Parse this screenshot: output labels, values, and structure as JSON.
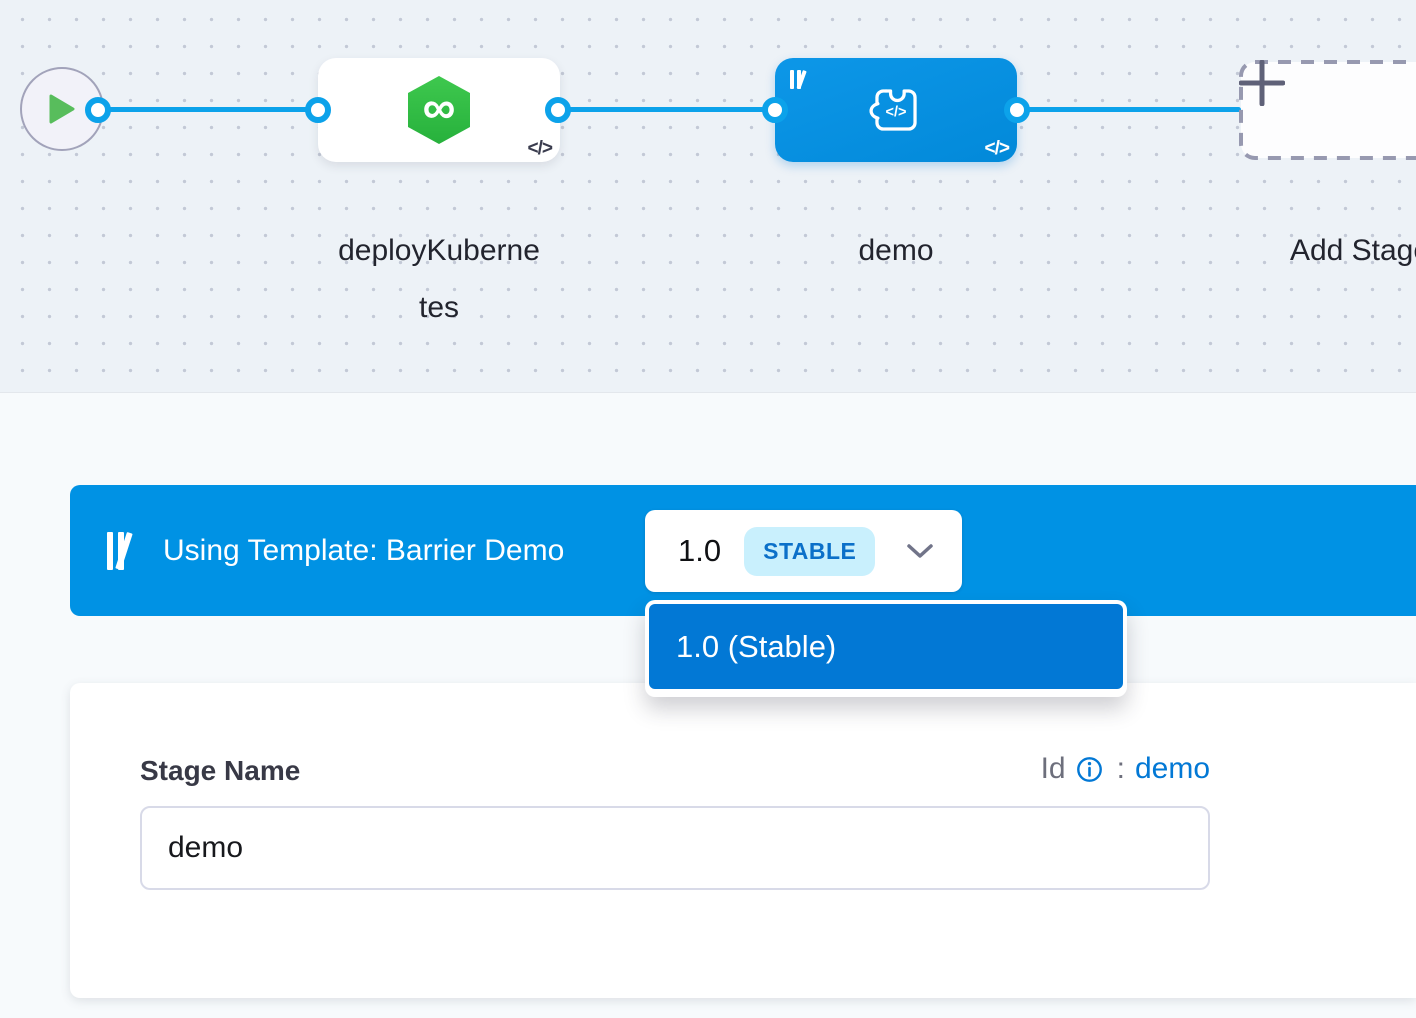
{
  "pipeline_canvas": {
    "start_node": {
      "type": "start"
    },
    "nodes": [
      {
        "label": "deployKubernetes",
        "badge": "</>",
        "kind": "deployment"
      },
      {
        "label": "demo",
        "badge": "</>",
        "kind": "custom-template",
        "selected": true
      }
    ],
    "add_stage": {
      "label": "Add Stage"
    }
  },
  "template_bar": {
    "title": "Using Template: Barrier Demo",
    "version_button": {
      "version": "1.0",
      "badge": "STABLE"
    }
  },
  "version_menu": {
    "items": [
      {
        "label": "1.0 (Stable)",
        "selected": true
      }
    ]
  },
  "stage_form": {
    "name_label": "Stage Name",
    "name_value": "demo",
    "id_label": "Id",
    "id_colon": ":",
    "id_value": "demo"
  },
  "icons": {
    "infinity": "∞",
    "code": "</>"
  },
  "colors": {
    "primary": "#0092e4",
    "primary_dark": "#0278d5",
    "link_line": "#0ca2ea",
    "stable_badge_bg": "#c9f0fd",
    "deploy_green": "#39c24c",
    "play_green": "#58bd5c"
  }
}
